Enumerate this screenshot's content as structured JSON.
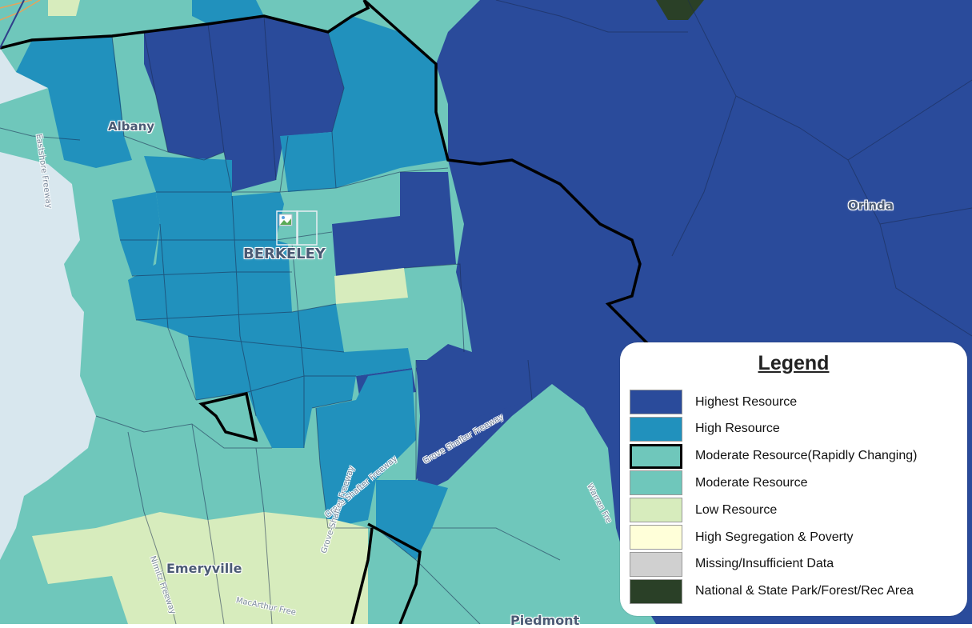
{
  "map": {
    "colors": {
      "highest": "#2a4b9b",
      "high": "#2191bd",
      "moderate": "#6fc7bb",
      "low": "#d7ecbd",
      "water": "#d8e7ee",
      "park": "#2a4027"
    }
  },
  "city_labels": {
    "albany": "Albany",
    "berkeley": "BERKELEY",
    "orinda": "Orinda",
    "emeryville": "Emeryville",
    "piedmont": "Piedmont"
  },
  "road_labels": {
    "eastshore": "Eastshore Freeway",
    "grove_shafter_1": "Grove Shafter Freeway",
    "grove_shafter_2": "Grove Shafter Freeway",
    "grove_shafter_3": "Grove-Shafter Freeway",
    "warren": "Warren Fre",
    "nimitz": "Nimitz Freeway",
    "macarthur": "MacArthur Free"
  },
  "legend": {
    "title": "Legend",
    "items": [
      {
        "label": "Highest Resource",
        "color": "#2a4b9b"
      },
      {
        "label": "High Resource",
        "color": "#2191bd"
      },
      {
        "label": "Moderate Resource(Rapidly Changing)",
        "color": "#6fc7bb"
      },
      {
        "label": "Moderate Resource",
        "color": "#6fc7bb"
      },
      {
        "label": "Low Resource",
        "color": "#d7ecbd"
      },
      {
        "label": "High Segregation & Poverty",
        "color": "#ffffd9"
      },
      {
        "label": "Missing/Insufficient Data",
        "color": "#d0d0d0"
      },
      {
        "label": "National & State Park/Forest/Rec Area",
        "color": "#2a4027"
      }
    ]
  }
}
